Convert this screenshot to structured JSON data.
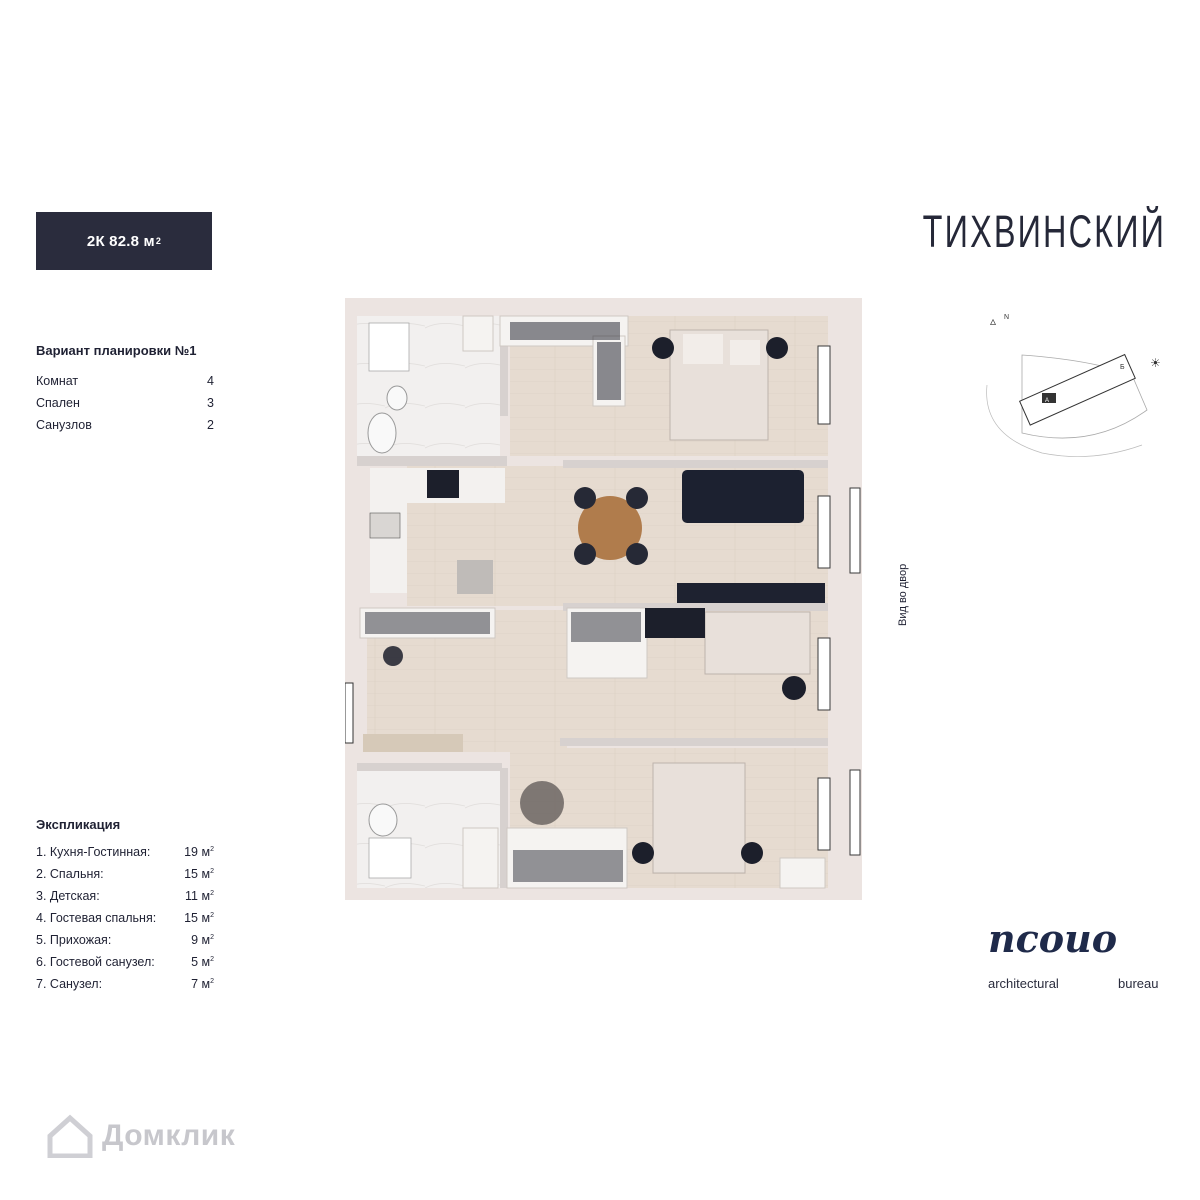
{
  "header": {
    "badge_main": "2К 82.8 м",
    "badge_sup": "2",
    "brand": "ТИХВИНСКИЙ"
  },
  "summary": {
    "title": "Вариант планировки №1",
    "rows": [
      {
        "label": "Комнат",
        "value": "4"
      },
      {
        "label": "Спален",
        "value": "3"
      },
      {
        "label": "Санузлов",
        "value": "2"
      }
    ]
  },
  "explication": {
    "title": "Экспликация",
    "unit": "м",
    "unit_sup": "2",
    "rows": [
      {
        "label": "1. Кухня-Гостинная:",
        "value": "19"
      },
      {
        "label": "2. Спальня:",
        "value": "15"
      },
      {
        "label": "3. Детская:",
        "value": "11"
      },
      {
        "label": "4. Гостевая спальня:",
        "value": "15"
      },
      {
        "label": "5. Прихожая:",
        "value": "9"
      },
      {
        "label": "6. Гостевой санузел:",
        "value": "5"
      },
      {
        "label": "7. Санузел:",
        "value": "7"
      }
    ]
  },
  "view_label": "Вид во двор",
  "keymap": {
    "north": "N",
    "section_a": "A",
    "section_b": "Б"
  },
  "logo": {
    "mark": "ncouo",
    "sub_left": "architectural",
    "sub_right": "bureau"
  },
  "watermark": "Домклик",
  "colors": {
    "badge_bg": "#2a2c3d",
    "text": "#1f2133",
    "wall": "#ede6e3",
    "floor": "#e3d8cd",
    "sofa": "#1c2130",
    "table": "#b07c4c"
  }
}
